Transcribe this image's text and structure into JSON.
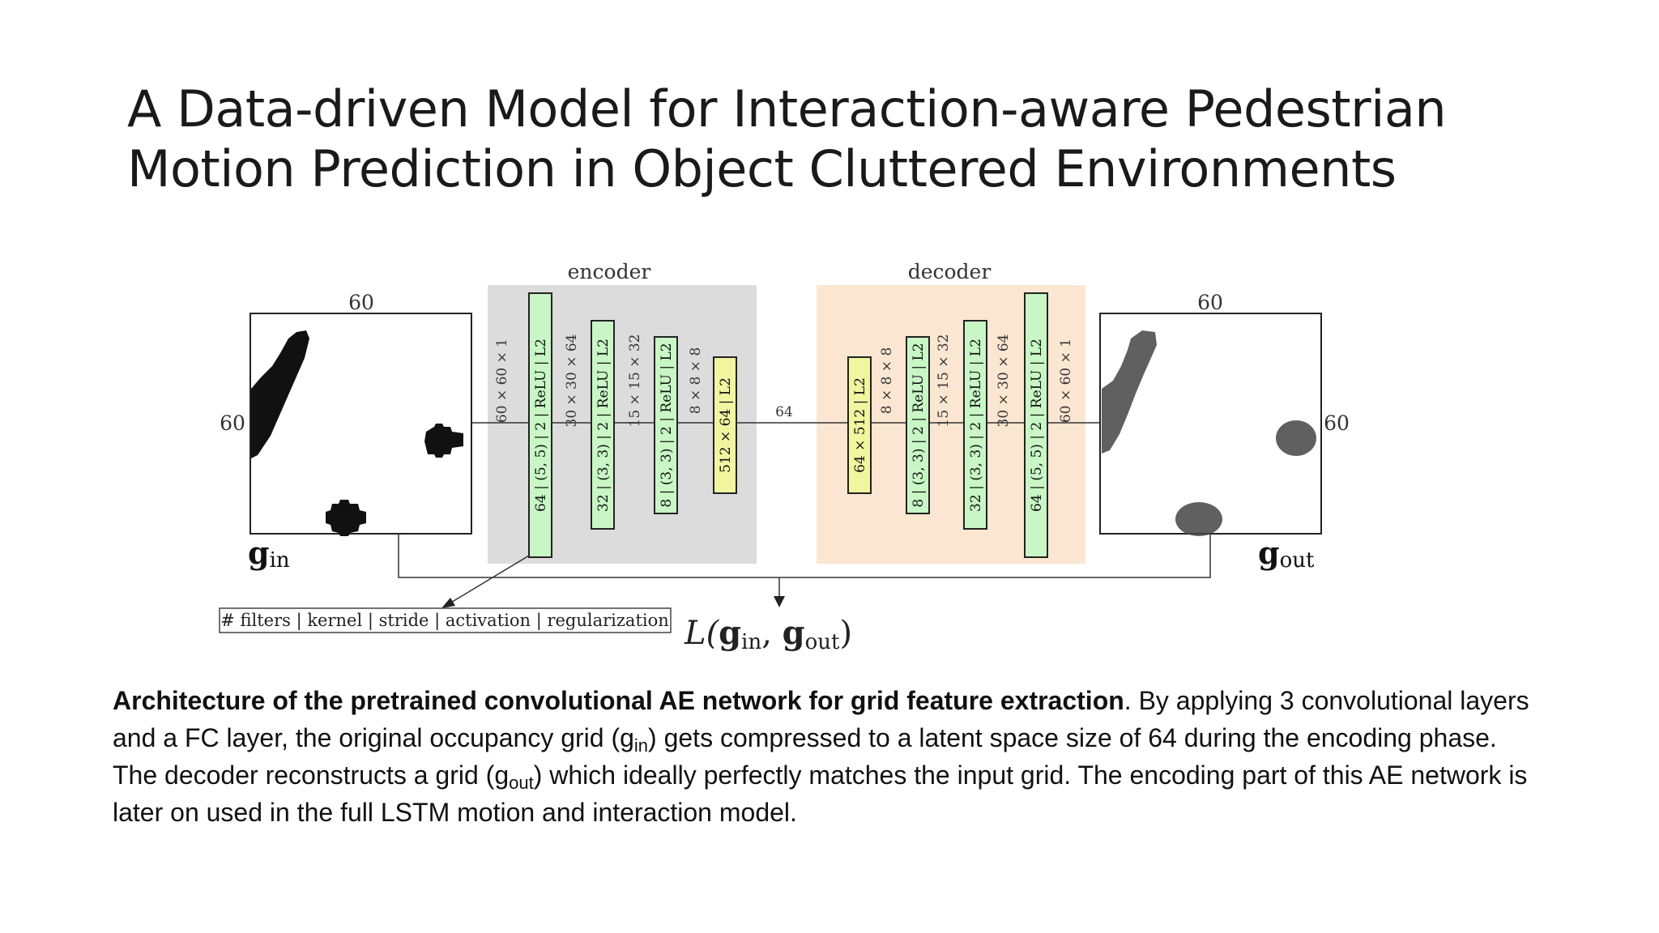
{
  "slide": {
    "title_line1": "A Data-driven Model for Interaction-aware Pedestrian",
    "title_line2": "Motion Prediction in Object Cluttered Environments"
  },
  "diagram": {
    "encoder_label": "encoder",
    "decoder_label": "decoder",
    "input_grid": {
      "top_dim": "60",
      "side_dim": "60",
      "symbol": "g",
      "subscript": "in"
    },
    "output_grid": {
      "top_dim": "60",
      "side_dim": "60",
      "symbol": "g",
      "subscript": "out"
    },
    "latent_label": "64",
    "encoder_layers": [
      {
        "size": "60 × 60 × 1",
        "layer": "64 | (5, 5) | 2 | ReLU | L2",
        "color": "#c8f7c5"
      },
      {
        "size": "30 × 30 × 64",
        "layer": "32 | (3, 3) | 2 | ReLU | L2",
        "color": "#c8f7c5"
      },
      {
        "size": "15 × 15 × 32",
        "layer": "8 | (3, 3) | 2 | ReLU | L2",
        "color": "#c8f7c5"
      },
      {
        "size": "8 × 8 × 8",
        "layer": "512 × 64 | L2",
        "color": "#f2f5a0"
      }
    ],
    "decoder_layers": [
      {
        "size": "",
        "layer": "64 × 512 | L2",
        "color": "#f2f5a0"
      },
      {
        "size": "8 × 8 × 8",
        "layer": "8 | (3, 3) | 2 | ReLU | L2",
        "color": "#c8f7c5"
      },
      {
        "size": "15 × 15 × 32",
        "layer": "32 | (3, 3) | 2 | ReLU | L2",
        "color": "#c8f7c5"
      },
      {
        "size": "30 × 30 × 64",
        "layer": "64 | (5, 5) | 2 | ReLU | L2",
        "color": "#c8f7c5"
      },
      {
        "size": "60 × 60 × 1",
        "layer": "",
        "color": ""
      }
    ],
    "legend": "# filters | kernel | stride | activation | regularization",
    "loss": {
      "prefix": "L(",
      "g1": "g",
      "g1_sub": "in",
      "sep": ", ",
      "g2": "g",
      "g2_sub": "out",
      "suffix": ")"
    },
    "colors": {
      "encoder_bg": "#dcdcdc",
      "decoder_bg": "#fbe6d2",
      "layer_green": "#c8f7c5",
      "layer_yellow": "#f2f5a0"
    }
  },
  "caption": {
    "bold": "Architecture of the pretrained convolutional AE network for grid feature extraction",
    "p1": ". By applying 3 convolutional layers and a FC layer, the original occupancy grid (g",
    "sub1": "in",
    "p2": ") gets compressed to a latent space size of 64 during the encoding phase. The decoder reconstructs a grid (g",
    "sub2": "out",
    "p3": ") which ideally perfectly matches the input grid. The encoding part of this AE network is later on used in the full LSTM motion and interaction model."
  }
}
